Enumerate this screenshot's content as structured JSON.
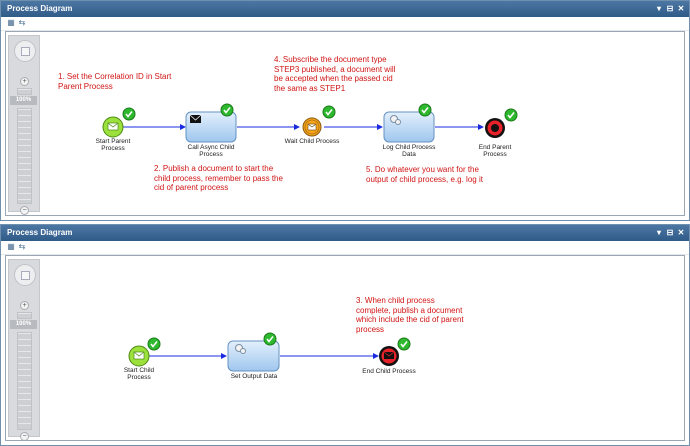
{
  "top_panel": {
    "title": "Process Diagram",
    "zoom": "100%",
    "nodes": {
      "start": "Start Parent Process",
      "call_async": "Call Async Child Process",
      "wait": "Wait Child Process",
      "log": "Log Child Process Data",
      "end": "End Parent Process"
    },
    "notes": {
      "n1": "1. Set the Correlation ID in Start Parent Process",
      "n2": "2. Publish a document to start the child process, remember to pass the cid of parent process",
      "n4": "4. Subscribe the document type STEP3 published, a document will be accepted when the passed cid the same as STEP1",
      "n5": "5. Do whatever you want for the output of child process, e.g. log it"
    }
  },
  "bottom_panel": {
    "title": "Process Diagram",
    "zoom": "100%",
    "nodes": {
      "start": "Start Child Process",
      "set_output": "Set Output Data",
      "end": "End Child Process"
    },
    "notes": {
      "n3": "3. When child process complete, publish a document which include the cid of parent process"
    }
  },
  "window_controls": [
    "chevron-down-icon",
    "restore-icon",
    "close-icon"
  ],
  "colors": {
    "title_bar": "#3a6591",
    "start_event": "#9be03d",
    "intermediate_event": "#f6a41a",
    "end_event": "#e8222b",
    "task_fill": "#bcd9f5",
    "note_text": "#d11414",
    "check": "#2eb82e"
  }
}
